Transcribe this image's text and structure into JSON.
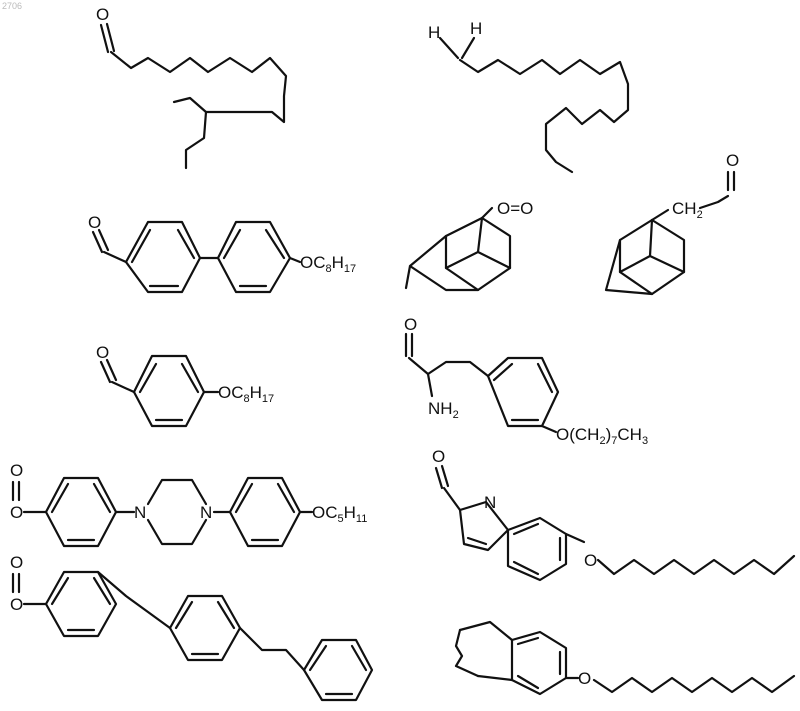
{
  "page_number": "2706",
  "labels": {
    "o_aldehyde": "O",
    "h": "H",
    "oxygen": "O",
    "nitrogen": "N",
    "ch2": "CH",
    "ch2_sub": "2",
    "octyloxy_main": "OC",
    "octyl_sub_c": "8",
    "octyl_h": "H",
    "octyl_sub_h": "17",
    "pentyl_sub_c": "5",
    "pentyl_sub_h": "11",
    "nh2": "NH",
    "nh2_sub": "2",
    "o_chain_1": "O(CH",
    "o_chain_sub_1": "2",
    "o_chain_2": ")",
    "o_chain_sub_2": "7",
    "o_chain_3": "CH",
    "o_chain_sub_3": "3",
    "ester_o": "O",
    "peroxy": "O=O"
  }
}
